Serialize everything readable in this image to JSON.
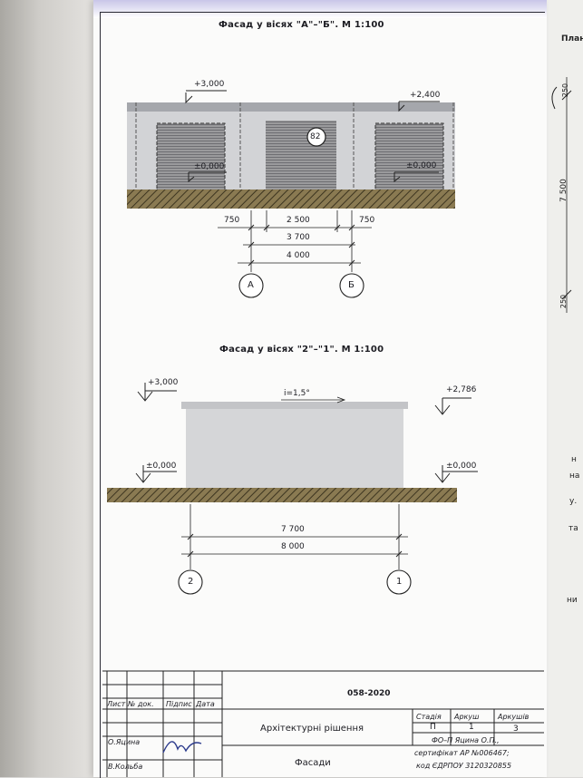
{
  "drawing1": {
    "title": "Фасад у вісях \"А\"–\"Б\". М 1:100",
    "level_top_left": "+3,000",
    "level_top_right": "+2,400",
    "level_zero_left": "±0,000",
    "level_zero_right": "±0,000",
    "marker": "82",
    "dims": [
      "750",
      "2 500",
      "750",
      "3 700",
      "4 000"
    ],
    "axis_a": "А",
    "axis_b": "Б"
  },
  "drawing2": {
    "title": "Фасад у вісях \"2\"–\"1\". М 1:100",
    "level_top_left": "+3,000",
    "level_top_right": "+2,786",
    "level_zero_left": "±0,000",
    "level_zero_right": "±0,000",
    "slope": "i=1,5°",
    "dims": [
      "7 700",
      "8 000"
    ],
    "axis_left": "2",
    "axis_right": "1"
  },
  "right_page": {
    "heading": "План",
    "dims": [
      "250",
      "7 500",
      "250"
    ],
    "fragments": [
      "н",
      "на",
      "у.",
      "та",
      "ни"
    ]
  },
  "stamp": {
    "code": "058-2020",
    "headers": [
      "Лист",
      "№ док.",
      "Підпис",
      "Дата"
    ],
    "persons": [
      "О.Яцина",
      "В.Кольба"
    ],
    "project": "Архітектурні рішення",
    "sheet_name": "Фасади",
    "stage_label": "Стадія",
    "sheet_label": "Аркуш",
    "sheets_label": "Аркушів",
    "stage": "П",
    "sheet": "1",
    "sheets": "3",
    "company": "ФО–П Яцина О.П.,",
    "cert": "сертифікат АР №006467;",
    "edrpou": "код ЄДРПОУ 3120320855"
  }
}
